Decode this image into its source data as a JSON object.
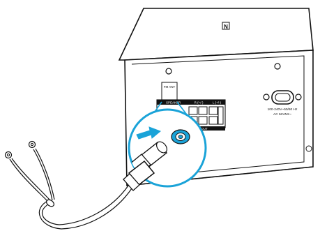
{
  "panel": {
    "antenna_label": "FM ANT",
    "speaker_labels": {
      "right": "R (+/-)",
      "left": "L (+/-)"
    },
    "speaker_section_top": "SPEAKER",
    "speaker_section_bottom": "OUT",
    "power_voltage": "100-240V~50/60 Hz",
    "power_label": "AC MAINS~"
  },
  "badges": {
    "nfc_mark": "N"
  },
  "colors": {
    "accent": "#1aa3d8",
    "line": "#111111",
    "background": "#ffffff"
  }
}
